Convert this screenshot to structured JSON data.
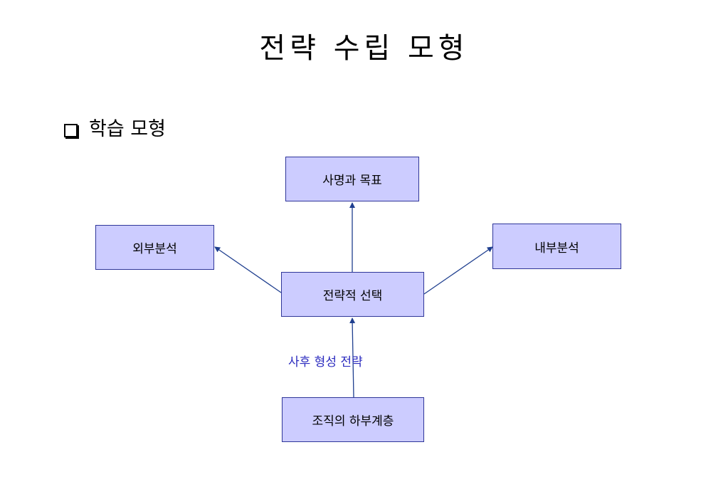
{
  "title": "전략 수립 모형",
  "subtitle": "학습 모형",
  "nodes": {
    "mission": "사명과 목표",
    "external": "외부분석",
    "internal": "내부분석",
    "choice": "전략적 선택",
    "sub": "조직의 하부계층"
  },
  "edge_label": "사후 형성 전략",
  "colors": {
    "box_fill": "#ccccff",
    "box_border": "#2f3699",
    "arrow": "#1f3f8f",
    "label": "#2b2bbf"
  }
}
